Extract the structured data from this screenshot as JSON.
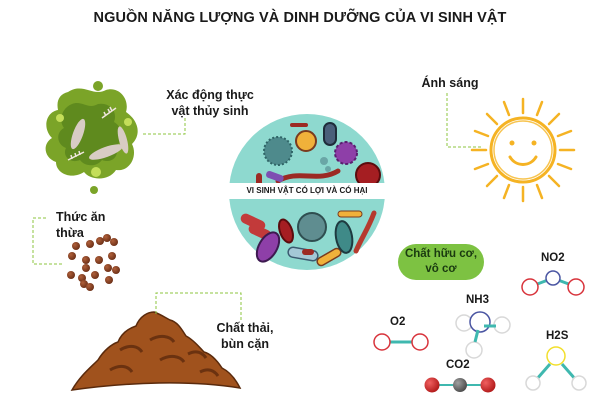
{
  "title": "NGUỒN NĂNG LƯỢNG VÀ DINH DƯỠNG CỦA VI SINH VẬT",
  "center": {
    "banner": "VI SINH VẬT CÓ LỢI VÀ CÓ HẠI",
    "circle_color": "#8ed9cf"
  },
  "sources": {
    "aquatic": {
      "line1": "Xác động thực",
      "line2": "vật thủy sinh"
    },
    "food": {
      "label": "Thức ăn thừa"
    },
    "waste": {
      "line1": "Chất thải,",
      "line2": "bùn cặn"
    },
    "sunlight": {
      "label": "Ánh sáng"
    },
    "compounds": {
      "line1": "Chất hữu cơ,",
      "line2": "vô cơ"
    }
  },
  "molecules": {
    "o2": "O2",
    "nh3": "NH3",
    "no2": "NO2",
    "co2": "CO2",
    "h2s": "H2S"
  },
  "colors": {
    "dashed_connector": "#8cc63f",
    "algae": "#7ba428",
    "sun": "#f5b323",
    "pellet": "#7a3b1e",
    "soil": "#a0521d",
    "pill": "#7dc242",
    "oxygen": "#d8333b",
    "nitrogen": "#4a55a2",
    "sulfur": "#f2df2c",
    "bond": "#3fb8af"
  }
}
